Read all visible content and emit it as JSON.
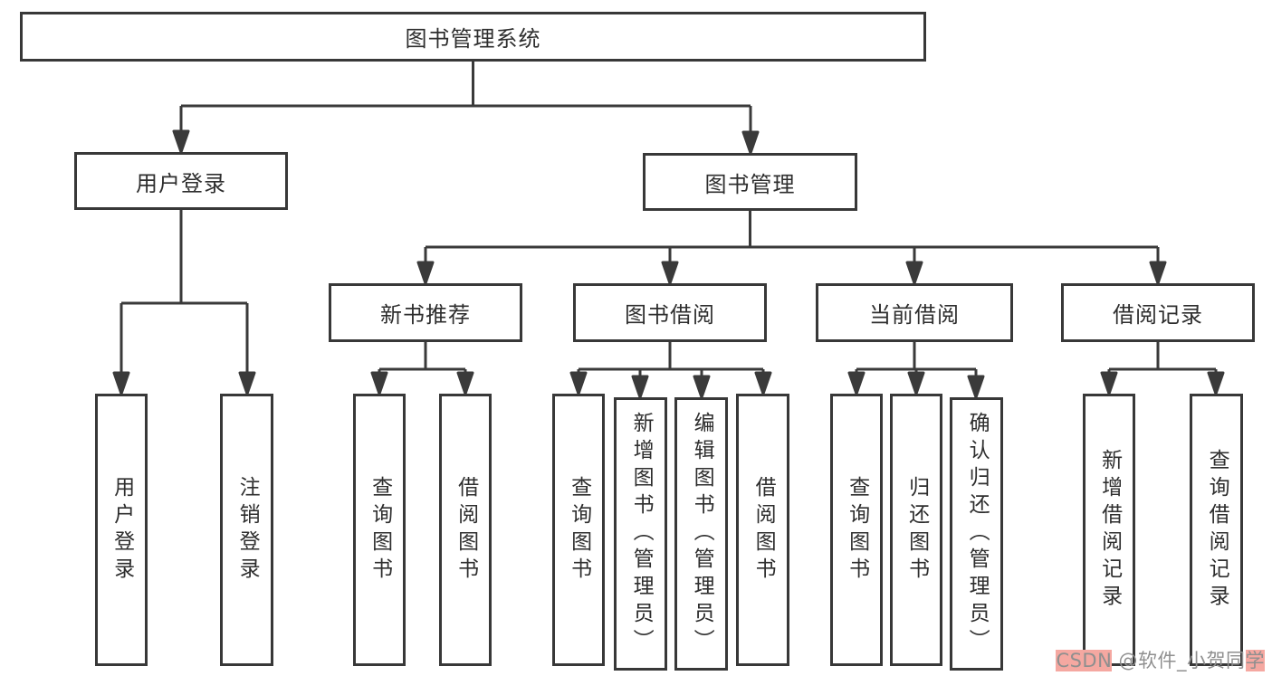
{
  "tree": {
    "root": {
      "label": "图书管理系统"
    },
    "branches": [
      {
        "label": "用户登录",
        "children": [
          {
            "label": "用户登录"
          },
          {
            "label": "注销登录"
          }
        ]
      },
      {
        "label": "图书管理",
        "children": [
          {
            "label": "新书推荐",
            "children": [
              {
                "label": "查询图书"
              },
              {
                "label": "借阅图书"
              }
            ]
          },
          {
            "label": "图书借阅",
            "children": [
              {
                "label": "查询图书"
              },
              {
                "label": "新增图书（管理员）"
              },
              {
                "label": "编辑图书（管理员）"
              },
              {
                "label": "借阅图书"
              }
            ]
          },
          {
            "label": "当前借阅",
            "children": [
              {
                "label": "查询图书"
              },
              {
                "label": "归还图书"
              },
              {
                "label": "确认归还（管理员）"
              }
            ]
          },
          {
            "label": "借阅记录",
            "children": [
              {
                "label": "新增借阅记录"
              },
              {
                "label": "查询借阅记录"
              }
            ]
          }
        ]
      }
    ]
  },
  "watermark": {
    "text": "CSDN @软件_小贺同学",
    "segments": [
      {
        "text": "CSDN"
      },
      {
        "text": " @软件_小贺同"
      },
      {
        "text": "学"
      }
    ]
  },
  "colors": {
    "line": "#3a3a3a",
    "box_border": "#383838",
    "box_bg": "#ffffff",
    "watermark_text": "#8f8f8f",
    "watermark_highlight": "#f5a8a1"
  }
}
